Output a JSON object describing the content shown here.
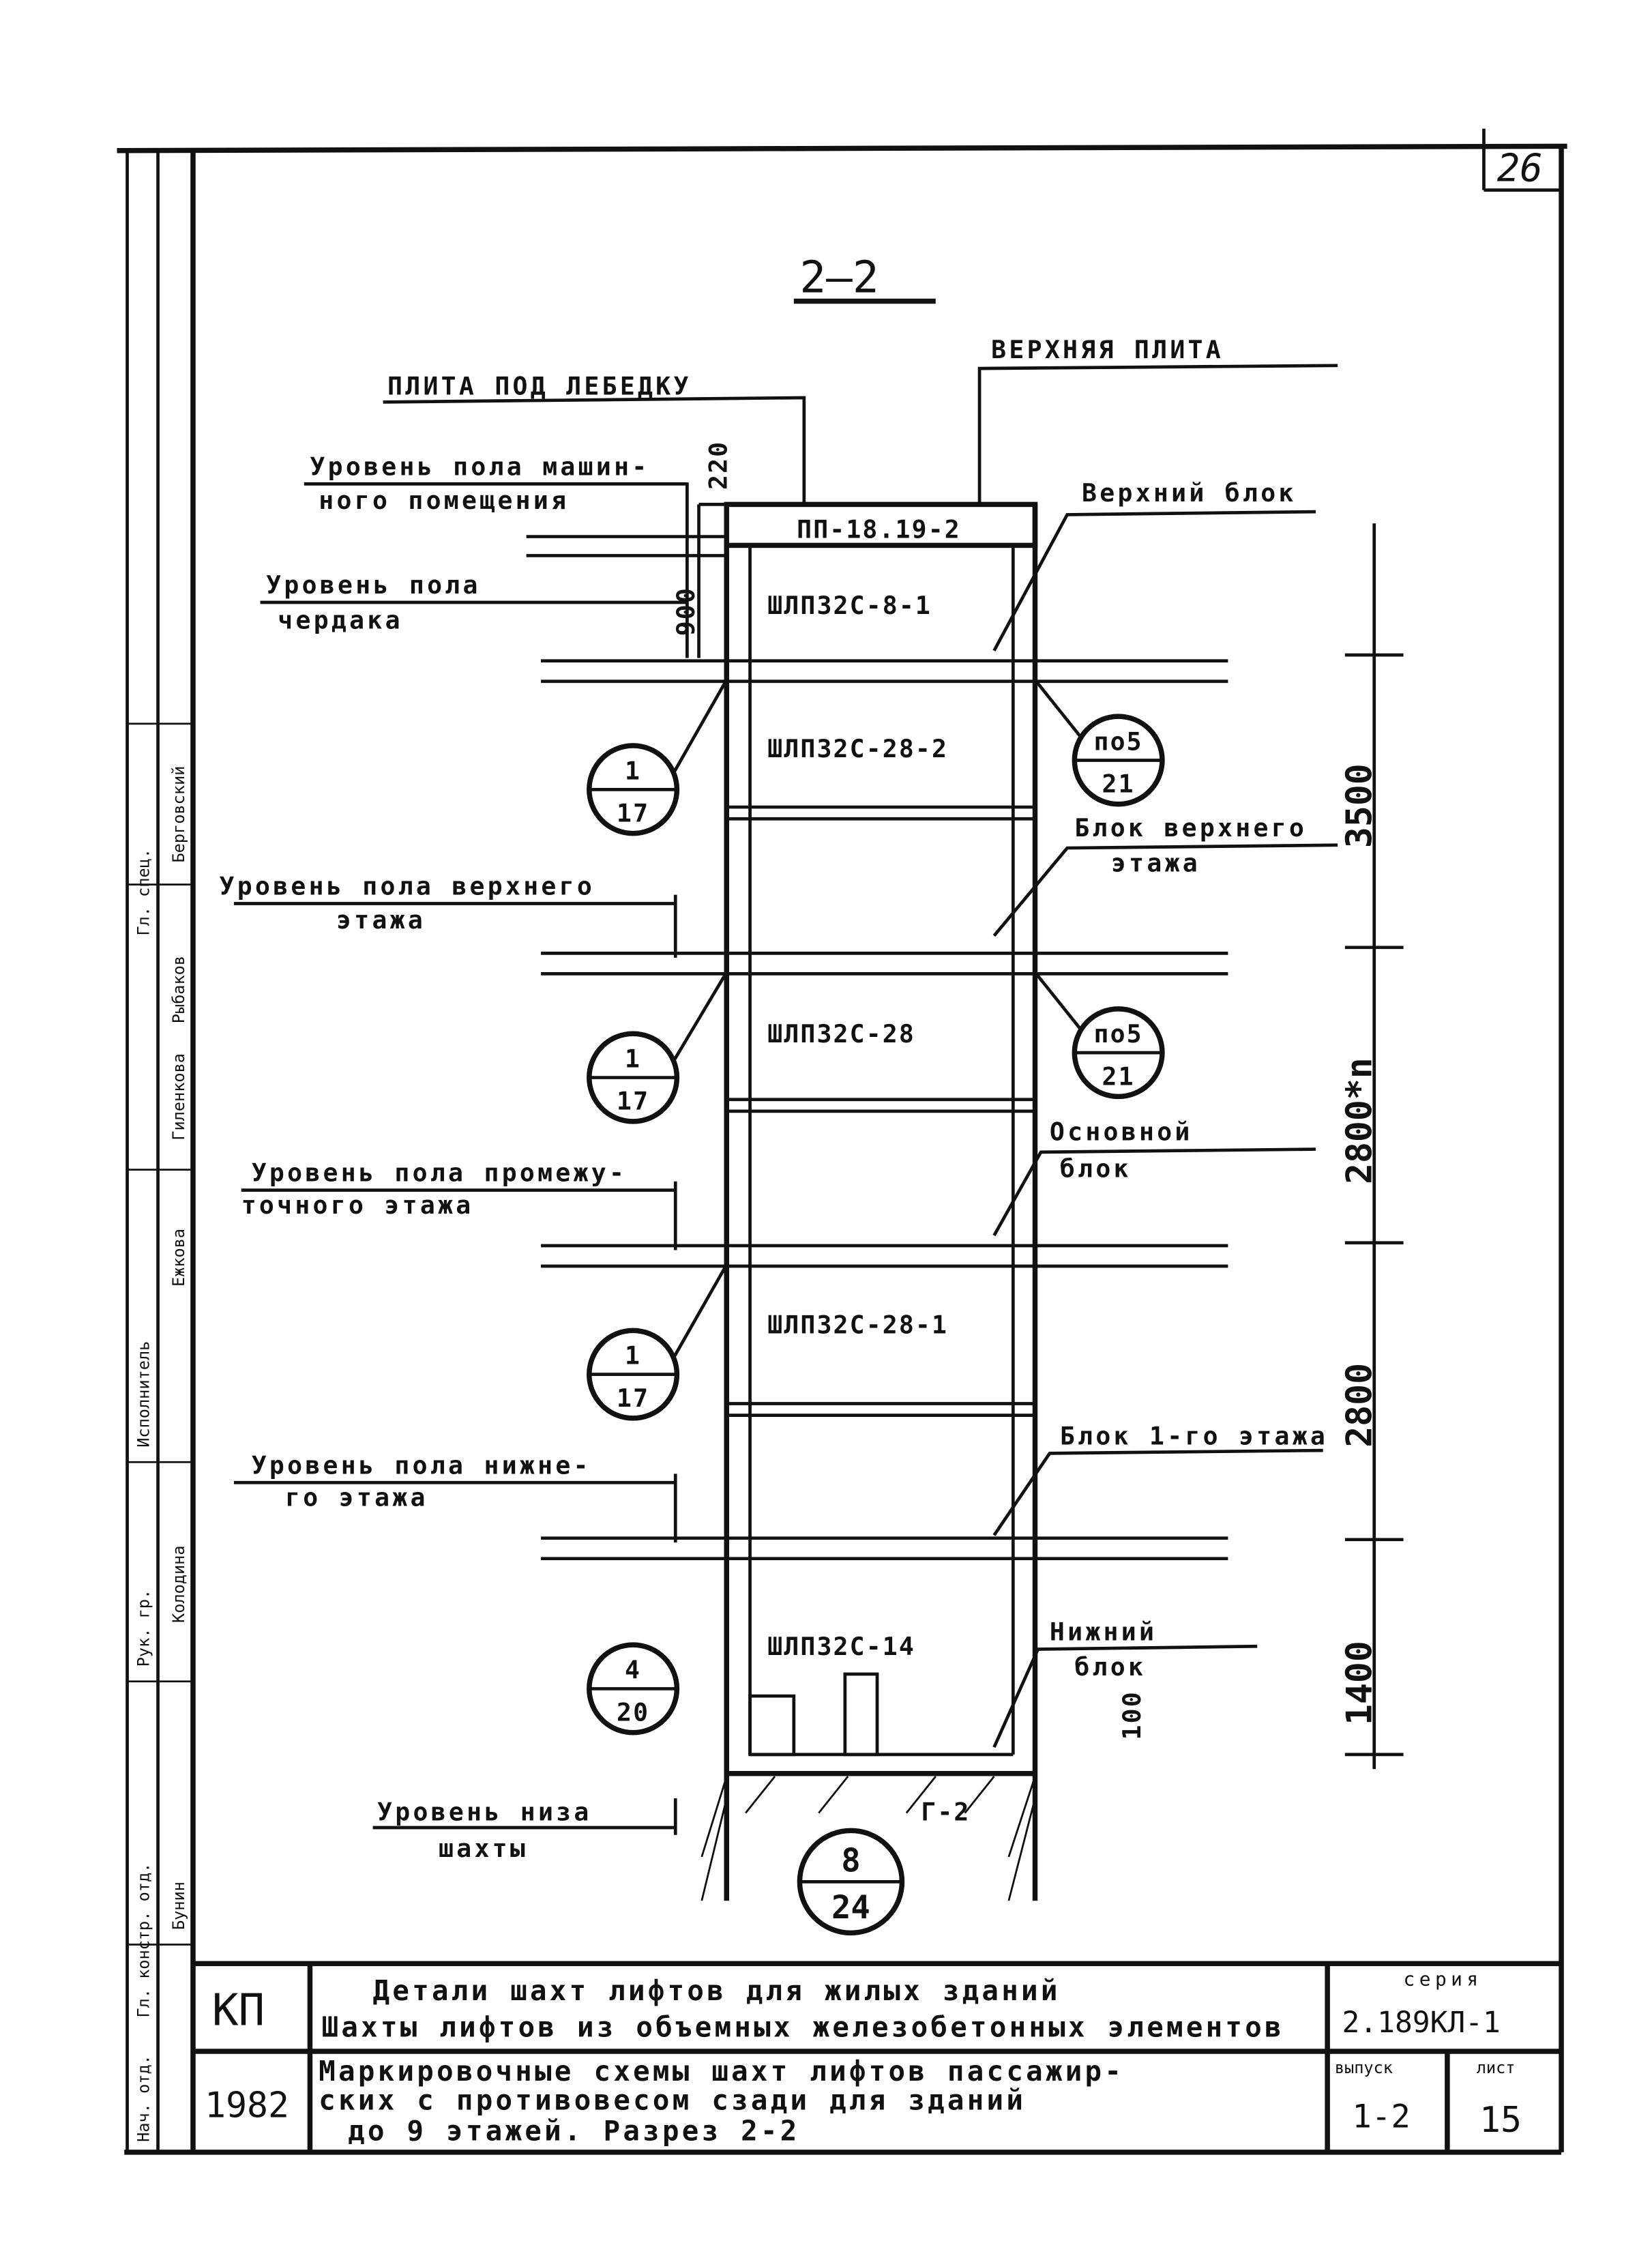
{
  "sheet": {
    "number": "26"
  },
  "section_title": "2—2",
  "labels": {
    "slab_under_winch": "ПЛИТА ПОД ЛЕБЕДКУ",
    "top_slab": "ВЕРХНЯЯ ПЛИТА",
    "machine_room_floor_1": "Уровень пола машин-",
    "machine_room_floor_2": "ного помещения",
    "attic_floor_1": "Уровень пола",
    "attic_floor_2": "чердака",
    "top_floor_level_1": "Уровень пола верхнего",
    "top_floor_level_2": "этажа",
    "intermediate_floor_1": "Уровень пола промежу-",
    "intermediate_floor_2": "точного этажа",
    "lower_floor_1": "Уровень пола нижне-",
    "lower_floor_2": "го этажа",
    "shaft_bottom_1": "Уровень низа",
    "shaft_bottom_2": "шахты",
    "upper_block": "Верхний блок",
    "top_floor_block_1": "Блок верхнего",
    "top_floor_block_2": "этажа",
    "main_block_1": "Основной",
    "main_block_2": "блок",
    "first_floor_block": "Блок 1-го этажа",
    "lower_block_1": "Нижний",
    "lower_block_2": "блок"
  },
  "marks": {
    "slab": "ПП-18.19-2",
    "m1": "ШЛП32С-8-1",
    "m2": "ШЛП32С-28-2",
    "m3": "ШЛП32С-28",
    "m4": "ШЛП32С-28-1",
    "m5": "ШЛП32С-14",
    "r1": "Г-2"
  },
  "dimensions": {
    "d220": "220",
    "d900": "900",
    "d3500": "3500",
    "d2800n": "2800*n",
    "d2800": "2800",
    "d1400": "1400",
    "d100": "100"
  },
  "callouts": [
    {
      "top": "1",
      "bottom": "17"
    },
    {
      "top": "1",
      "bottom": "17"
    },
    {
      "top": "1",
      "bottom": "17"
    },
    {
      "top": "4",
      "bottom": "20"
    },
    {
      "top": "по5",
      "bottom": "21"
    },
    {
      "top": "по5",
      "bottom": "21"
    },
    {
      "top": "8",
      "bottom": "24"
    }
  ],
  "title_block": {
    "code": "КП",
    "year": "1982",
    "line1": "Детали шахт лифтов для жилых зданий",
    "line2": "Шахты лифтов из объемных железобетонных элементов",
    "line3": "Маркировочные схемы шахт лифтов пассажир-",
    "line4": "ских с противовесом сзади для зданий",
    "line5": "до 9 этажей. Разрез 2-2",
    "series_label": "серия",
    "series_value": "2.189КЛ-1",
    "issue_label": "выпуск",
    "issue_value": "1-2",
    "sheet_label": "лист",
    "sheet_value": "15"
  },
  "side_stamp": {
    "r1": "Нач. отд.",
    "r2": "Гл. констр. отд.",
    "r3": "Гл. спец.",
    "r4": "Рук. гр.",
    "r5": "Исполнитель",
    "n1": "Бунин",
    "n2": "Гиленкова",
    "n3": "Рыбаков",
    "n4": "Берговский",
    "n5": "Ежкова",
    "n6": "Колодина"
  }
}
